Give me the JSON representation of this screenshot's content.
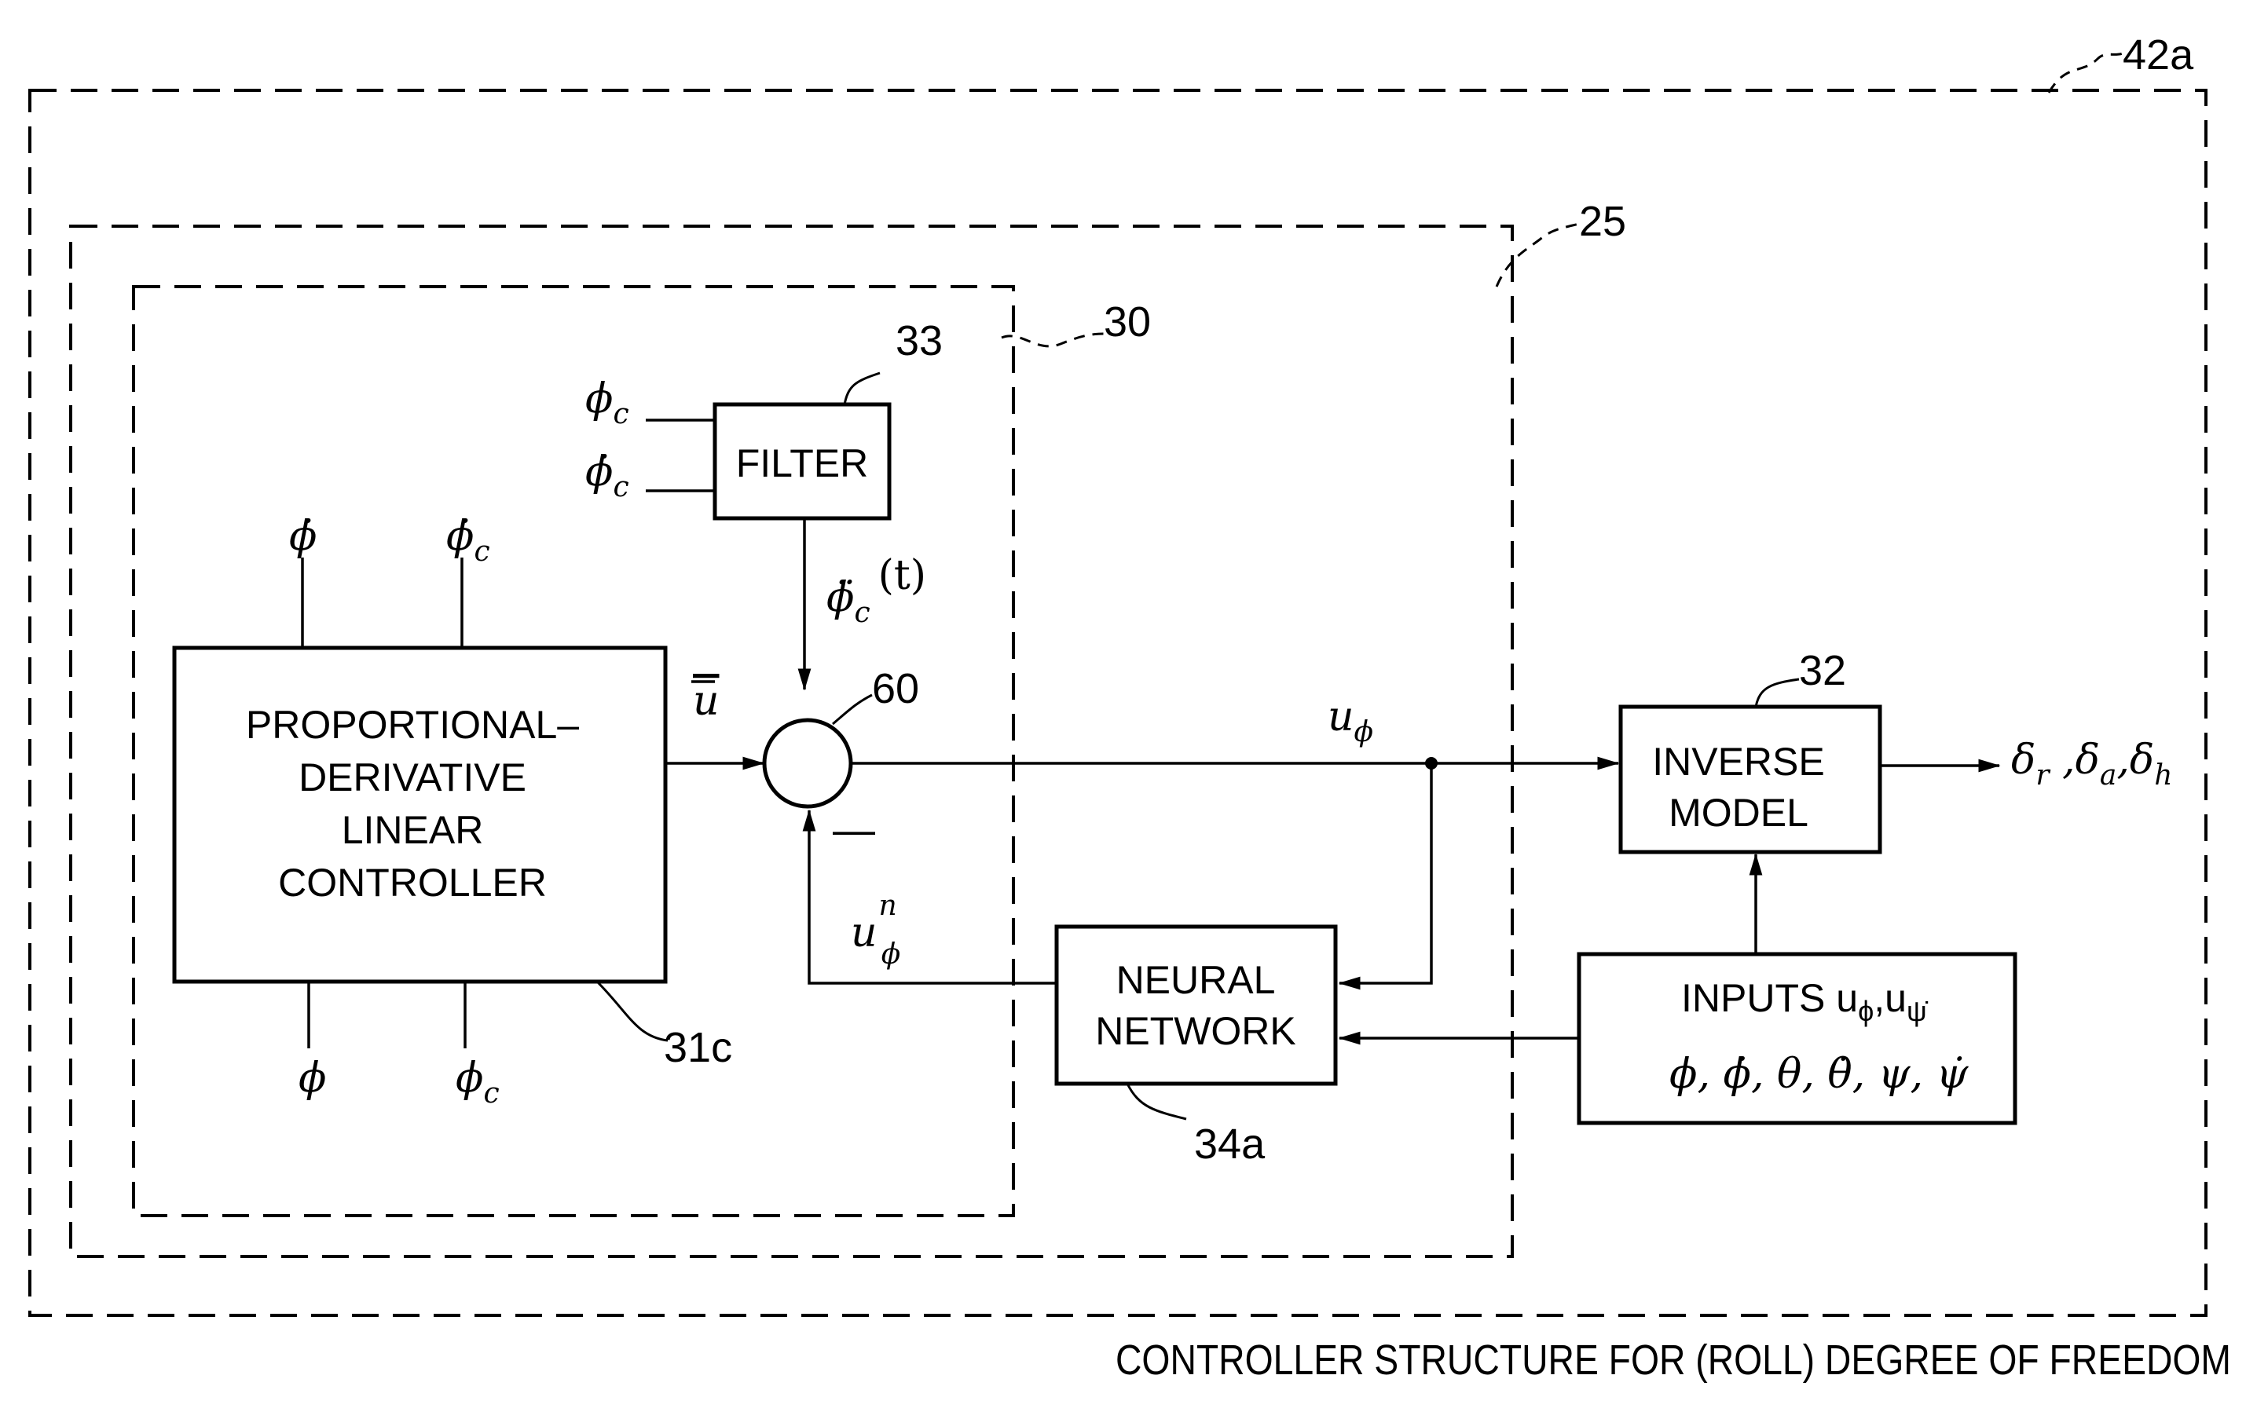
{
  "boundaries": {
    "outer": {
      "ref": "42a"
    },
    "middle": {
      "ref": "25"
    },
    "inner": {
      "ref": "30"
    }
  },
  "blocks": {
    "pd_controller": {
      "ref": "31c",
      "lines": [
        "PROPORTIONAL–",
        "DERIVATIVE",
        "LINEAR",
        "CONTROLLER"
      ]
    },
    "filter": {
      "ref": "33",
      "label": "FILTER"
    },
    "summer": {
      "ref": "60",
      "minus": "—"
    },
    "neural_network": {
      "ref": "34a",
      "lines": [
        "NEURAL",
        "NETWORK"
      ]
    },
    "inverse_model": {
      "ref": "32",
      "lines": [
        "INVERSE",
        "MODEL"
      ]
    },
    "inputs": {
      "line1_prefix": "INPUTS ",
      "line1_signals": "u",
      "line1_sub_a": "ϕ",
      "line1_sep": ",u",
      "line1_sub_b": "ψ̇",
      "line2": "ϕ, ϕ̇, θ, θ̇, ψ, ψ̇"
    }
  },
  "signals": {
    "pd_top_left": "ϕ̇",
    "pd_top_right": {
      "base": "ϕ̇",
      "sub": "c"
    },
    "pd_bottom_left": "ϕ",
    "pd_bottom_right": {
      "base": "ϕ",
      "sub": "c"
    },
    "filter_in_top": {
      "base": "ϕ",
      "sub": "c"
    },
    "filter_in_bottom": {
      "base": "ϕ̇",
      "sub": "c"
    },
    "filter_out": {
      "base": "ϕ̈",
      "sub": "c",
      "arg": "(t)"
    },
    "u_bar": "u",
    "u_phi": {
      "base": "u",
      "sub": "ϕ"
    },
    "u_phi_n": {
      "base": "u",
      "sup": "n",
      "sub": "ϕ"
    },
    "outputs": {
      "d1": "δ",
      "s1": "r",
      "d2": " ,δ",
      "s2": "a",
      "d3": ",δ",
      "s3": "h"
    }
  },
  "caption": "CONTROLLER STRUCTURE FOR (ROLL) DEGREE OF FREEDOM"
}
